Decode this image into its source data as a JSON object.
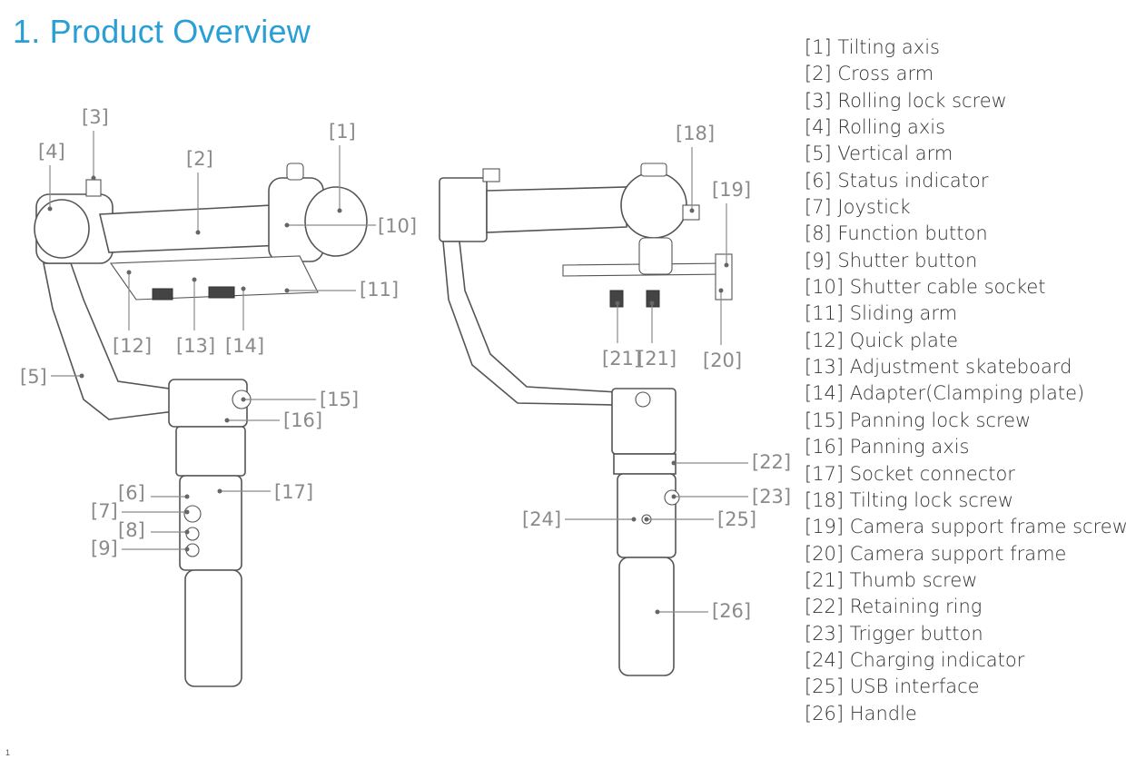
{
  "title": "1.  Product Overview",
  "page_number": "1",
  "parts": [
    "[1] Tilting axis",
    "[2] Cross arm",
    "[3] Rolling lock screw",
    "[4] Rolling axis",
    "[5] Vertical arm",
    "[6] Status indicator",
    "[7] Joystick",
    "[8] Function button",
    "[9] Shutter button",
    "[10] Shutter cable socket",
    "[11] Sliding arm",
    "[12] Quick plate",
    "[13] Adjustment skateboard",
    "[14] Adapter(Clamping plate)",
    "[15] Panning lock screw",
    "[16] Panning axis",
    "[17] Socket connector",
    "[18] Tilting lock screw",
    "[19] Camera support frame screw",
    "[20] Camera support frame",
    "[21] Thumb screw",
    "[22] Retaining ring",
    "[23] Trigger button",
    "[24] Charging indicator",
    "[25] USB interface",
    "[26] Handle"
  ],
  "callouts": {
    "c1": "[1]",
    "c2": "[2]",
    "c3": "[3]",
    "c4": "[4]",
    "c5": "[5]",
    "c6": "[6]",
    "c7": "[7]",
    "c8": "[8]",
    "c9": "[9]",
    "c10": "[10]",
    "c11": "[11]",
    "c12": "[12]",
    "c13": "[13]",
    "c14": "[14]",
    "c15": "[15]",
    "c16": "[16]",
    "c17": "[17]",
    "c18": "[18]",
    "c19": "[19]",
    "c20": "[20]",
    "c21a": "[21]",
    "c21b": "[21]",
    "c22": "[22]",
    "c23": "[23]",
    "c24": "[24]",
    "c25": "[25]",
    "c26": "[26]"
  }
}
